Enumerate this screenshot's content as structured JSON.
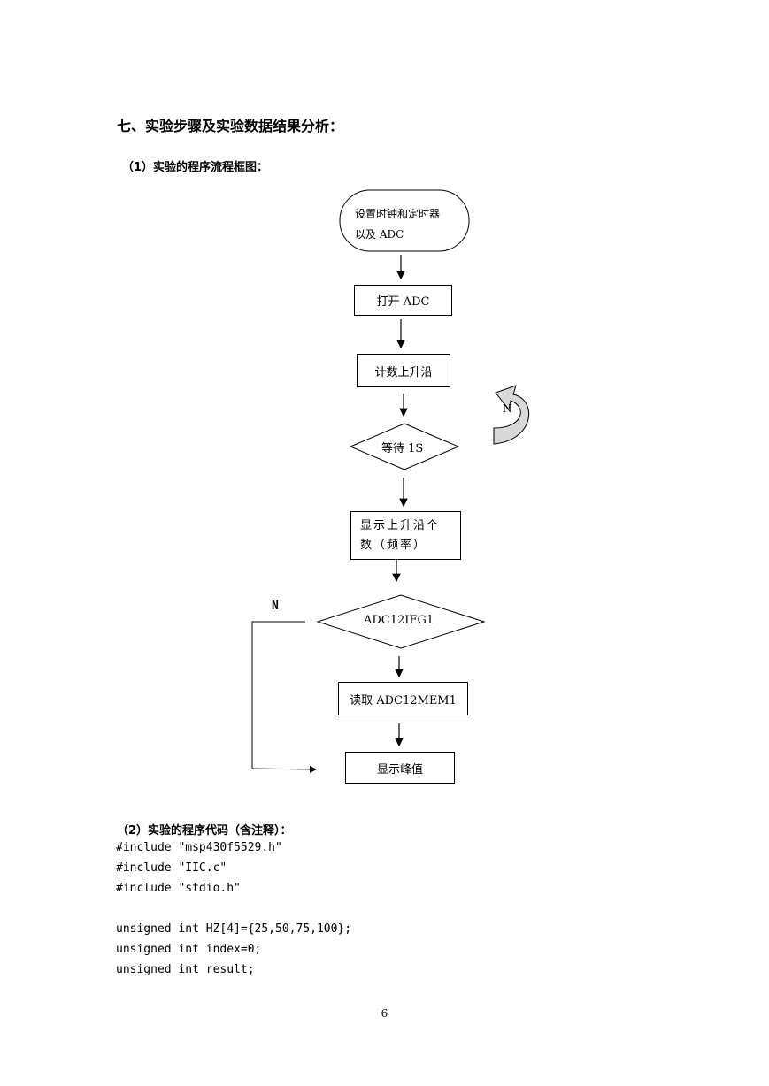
{
  "section_title": "七、实验步骤及实验数据结果分析：",
  "sub1_title": "（1）实验的程序流程框图：",
  "flowchart": {
    "start_line1": "设置时钟和定时器",
    "start_line2": "以及 ADC",
    "open_adc": "打开 ADC",
    "count_edges": "计数上升沿",
    "wait": "等待 1S",
    "loop_label": "N",
    "display_line1": "显示上升沿个",
    "display_line2": "数（频率）",
    "decision": "ADC12IFG1",
    "no_label": "N",
    "read": "读取 ADC12MEM1",
    "show_peak": "显示峰值"
  },
  "sub2_title": "（2）实验的程序代码（含注释）：",
  "code_lines": [
    "#include \"msp430f5529.h\"",
    "#include \"IIC.c\"",
    "#include \"stdio.h\"",
    "",
    "unsigned int HZ[4]={25,50,75,100};",
    "unsigned int index=0;",
    "unsigned int result;"
  ],
  "page_number": "6"
}
